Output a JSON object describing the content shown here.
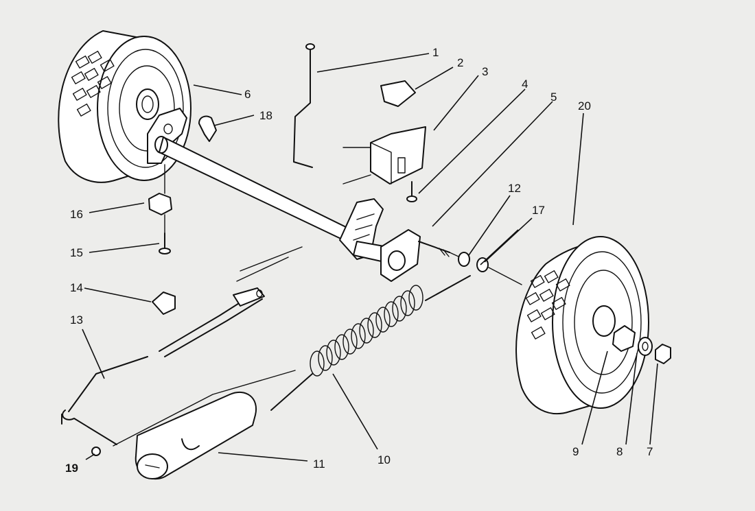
{
  "colors": {
    "background": "#ededeb",
    "ink": "#111111",
    "part_fill": "#ffffff"
  },
  "callouts": [
    {
      "id": "1",
      "label": "1"
    },
    {
      "id": "2",
      "label": "2"
    },
    {
      "id": "3",
      "label": "3"
    },
    {
      "id": "4",
      "label": "4"
    },
    {
      "id": "5",
      "label": "5"
    },
    {
      "id": "6",
      "label": "6"
    },
    {
      "id": "7",
      "label": "7"
    },
    {
      "id": "8",
      "label": "8"
    },
    {
      "id": "9",
      "label": "9"
    },
    {
      "id": "10",
      "label": "10"
    },
    {
      "id": "11",
      "label": "11"
    },
    {
      "id": "12",
      "label": "12"
    },
    {
      "id": "13",
      "label": "13"
    },
    {
      "id": "14",
      "label": "14"
    },
    {
      "id": "15",
      "label": "15"
    },
    {
      "id": "16",
      "label": "16"
    },
    {
      "id": "17",
      "label": "17"
    },
    {
      "id": "18",
      "label": "18"
    },
    {
      "id": "19",
      "label": "19"
    },
    {
      "id": "20",
      "label": "20"
    }
  ]
}
